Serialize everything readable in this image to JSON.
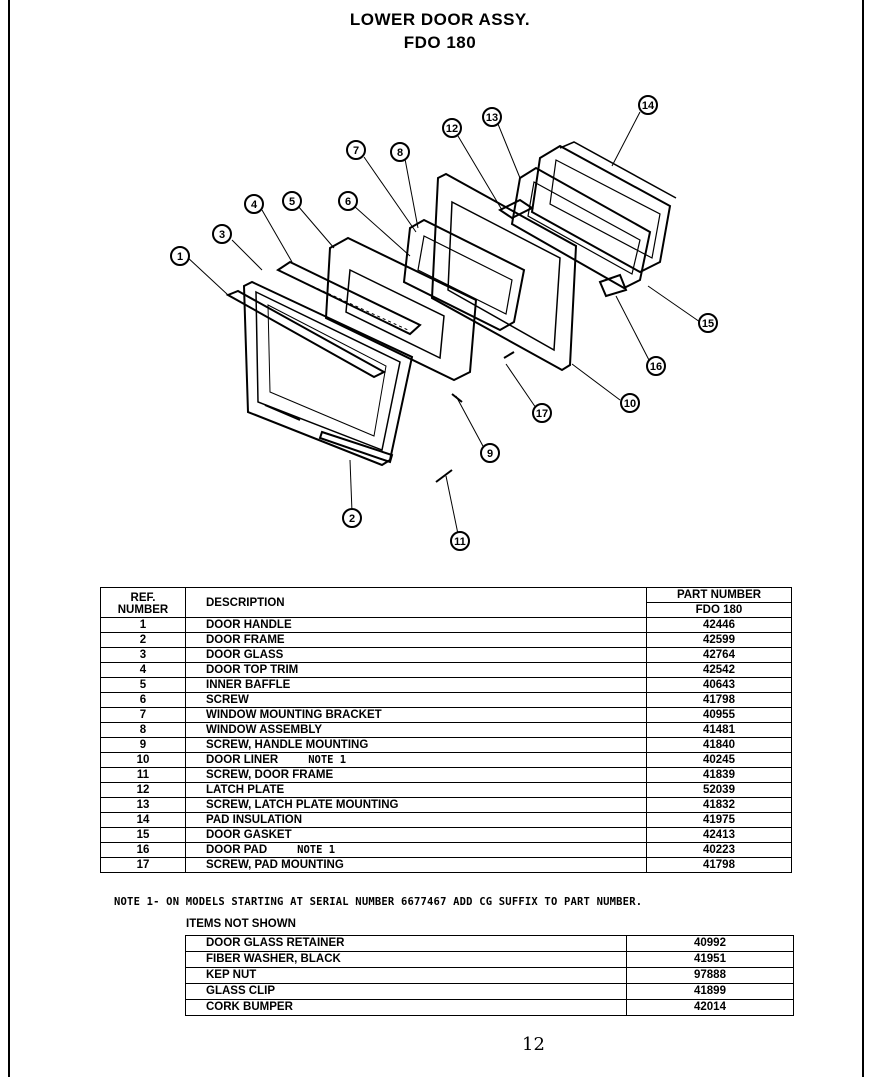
{
  "header": {
    "title": "LOWER DOOR ASSY.",
    "model": "FDO 180"
  },
  "diagram": {
    "callouts": [
      "1",
      "2",
      "3",
      "4",
      "5",
      "6",
      "7",
      "8",
      "9",
      "10",
      "11",
      "12",
      "13",
      "14",
      "15",
      "16",
      "17"
    ]
  },
  "parts_table": {
    "headers": {
      "ref": "REF.",
      "number": "NUMBER",
      "description": "DESCRIPTION",
      "part_number": "PART NUMBER",
      "model": "FDO 180"
    },
    "rows": [
      {
        "ref": "1",
        "description": "DOOR HANDLE",
        "note": "",
        "part": "42446"
      },
      {
        "ref": "2",
        "description": "DOOR FRAME",
        "note": "",
        "part": "42599"
      },
      {
        "ref": "3",
        "description": "DOOR GLASS",
        "note": "",
        "part": "42764"
      },
      {
        "ref": "4",
        "description": "DOOR TOP TRIM",
        "note": "",
        "part": "42542"
      },
      {
        "ref": "5",
        "description": "INNER BAFFLE",
        "note": "",
        "part": "40643"
      },
      {
        "ref": "6",
        "description": "SCREW",
        "note": "",
        "part": "41798"
      },
      {
        "ref": "7",
        "description": "WINDOW MOUNTING BRACKET",
        "note": "",
        "part": "40955"
      },
      {
        "ref": "8",
        "description": "WINDOW ASSEMBLY",
        "note": "",
        "part": "41481"
      },
      {
        "ref": "9",
        "description": "SCREW, HANDLE MOUNTING",
        "note": "",
        "part": "41840"
      },
      {
        "ref": "10",
        "description": "DOOR LINER",
        "note": "NOTE 1",
        "part": "40245"
      },
      {
        "ref": "11",
        "description": "SCREW, DOOR FRAME",
        "note": "",
        "part": "41839"
      },
      {
        "ref": "12",
        "description": "LATCH PLATE",
        "note": "",
        "part": "52039"
      },
      {
        "ref": "13",
        "description": "SCREW, LATCH PLATE MOUNTING",
        "note": "",
        "part": "41832"
      },
      {
        "ref": "14",
        "description": "PAD INSULATION",
        "note": "",
        "part": "41975"
      },
      {
        "ref": "15",
        "description": "DOOR GASKET",
        "note": "",
        "part": "42413"
      },
      {
        "ref": "16",
        "description": "DOOR PAD",
        "note": "NOTE 1",
        "part": "40223"
      },
      {
        "ref": "17",
        "description": "SCREW, PAD MOUNTING",
        "note": "",
        "part": "41798"
      }
    ]
  },
  "note": "NOTE 1- ON MODELS STARTING AT SERIAL NUMBER 6677467 ADD CG SUFFIX TO PART NUMBER.",
  "items_not_shown": {
    "heading": "ITEMS NOT SHOWN",
    "rows": [
      {
        "description": "DOOR GLASS RETAINER",
        "part": "40992"
      },
      {
        "description": "FIBER WASHER, BLACK",
        "part": "41951"
      },
      {
        "description": "KEP NUT",
        "part": "97888"
      },
      {
        "description": "GLASS CLIP",
        "part": "41899"
      },
      {
        "description": "CORK BUMPER",
        "part": "42014"
      }
    ]
  },
  "page_mark": "12"
}
